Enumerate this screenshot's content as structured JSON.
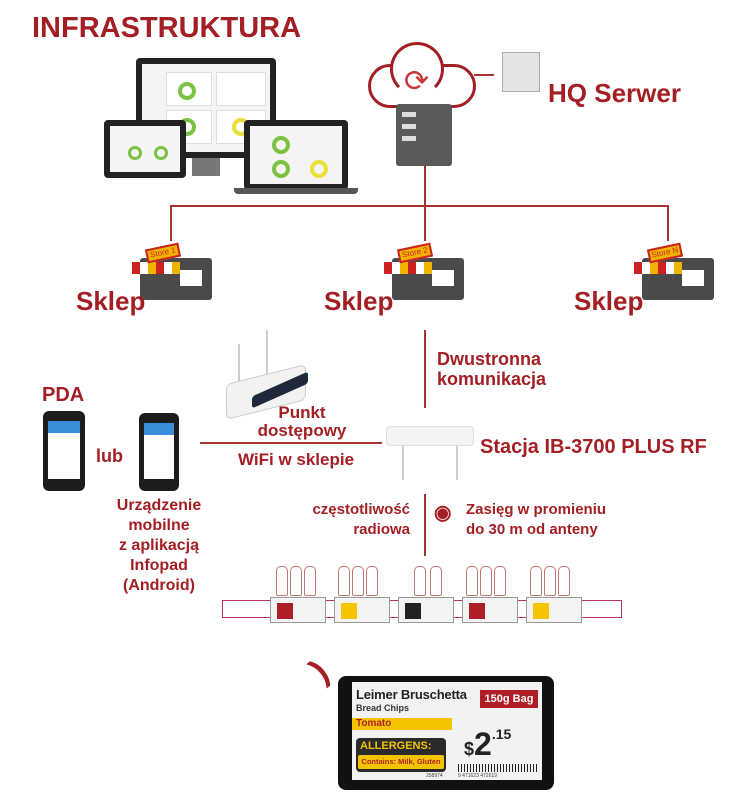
{
  "title": "INFRASTRUKTURA",
  "hq_server": "HQ Serwer",
  "stores": [
    {
      "label": "Sklep",
      "sign": "Store 1"
    },
    {
      "label": "Sklep",
      "sign": "Store 2"
    },
    {
      "label": "Sklep",
      "sign": "Store N"
    }
  ],
  "two_way": [
    "Dwustronna",
    "komunikacja"
  ],
  "pda": "PDA",
  "or": "lub",
  "access_point": [
    "Punkt",
    "dostępowy"
  ],
  "wifi": "WiFi w sklepie",
  "station": "Stacja IB-3700 PLUS RF",
  "mobile_device": [
    "Urządzenie",
    "mobilne",
    "z aplikacją",
    "Infopad",
    "(Android)"
  ],
  "radio_freq": [
    "częstotliwość",
    "radiowa"
  ],
  "range": [
    "Zasięg w promieniu",
    "do 30 m od anteny"
  ],
  "esl": {
    "product": "Leimer Bruschetta",
    "subtitle": "Bread Chips",
    "size": "150g Bag",
    "flavor": "Tomato",
    "allergens_title": "ALLERGENS:",
    "allergens": "Contains: Milk, Gluten",
    "currency": "$",
    "price_main": "2",
    "price_cents": ".15",
    "sku": "258974",
    "barcode": "9 471623 472619"
  },
  "colors": {
    "accent": "#a31f24",
    "yellow": "#f5c400",
    "red": "#b01e25"
  }
}
